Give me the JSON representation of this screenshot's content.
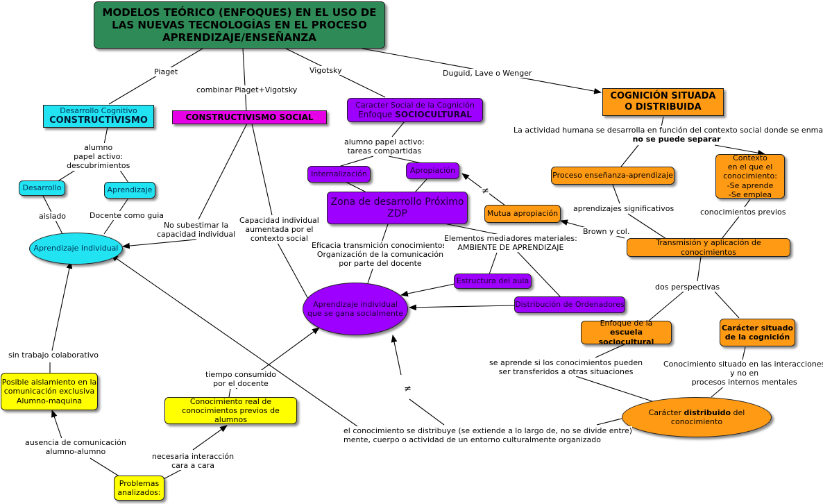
{
  "title": [
    "MODELOS TEÓRICO (ENFOQUES) EN EL USO DE",
    "LAS NUEVAS TECNOLOGÍAS EN EL PROCESO",
    "APRENDIZAJE/ENSEÑANZA"
  ],
  "colors": {
    "title": "#2e8b57",
    "cyan": "#22e3f2",
    "magenta": "#e600e6",
    "purple": "#9d00ff",
    "orange": "#ff9a14",
    "yellow": "#ffff00"
  },
  "nodes": {
    "constructivismo": {
      "small": "Desarrollo Cognitivo",
      "main": "CONSTRUCTIVISMO"
    },
    "constructivismo_social": "CONSTRUCTIVISMO SOCIAL",
    "sociocultural": {
      "small": "Caracter Social de la Cognición",
      "prefix": "Enfoque ",
      "bold": "SOCIOCULTURAL"
    },
    "cognicion_situada": [
      "COGNICIÓN SITUADA",
      "O DISTRIBUIDA"
    ],
    "desarrollo": "Desarrollo",
    "aprendizaje": "Aprendizaje",
    "aprendizaje_individual": "Aprendizaje Individual",
    "internalizacion": "Internalización",
    "apropiacion": "Apropiación",
    "zdp": [
      "Zona de desarrollo Próximo",
      "ZDP"
    ],
    "mutua_apropiacion": "Mutua apropiación",
    "proceso_ea": "Proceso enseñanza-aprendizaje",
    "contexto": [
      "Contexto",
      "en el que el conocimiento:",
      "-Se aprende",
      "-Se emplea"
    ],
    "transmision": "Transmisión y aplicación de conocimientos",
    "estructura_aula": "Estructura del aula",
    "distribucion_ordenadores": "Distribución de Ordenadores",
    "aprendizaje_social": [
      "Aprendizaje individual",
      "que se gana socialmente"
    ],
    "enfoque_escuela": {
      "line1": "Enfoque de la",
      "line2": "escuela sociocultural"
    },
    "caracter_situado": [
      "Carácter situado",
      "de la cognición"
    ],
    "caracter_distribuido": {
      "prefix": "Carácter ",
      "bold": "distribuido",
      "suffix": " del conocimiento"
    },
    "aislamiento": [
      "Posible aislamiento en la",
      "comunicación exclusiva",
      "Alumno-maquina"
    ],
    "conocimiento_real": [
      "Conocimiento real de",
      "conocimientos previos de alumnos"
    ],
    "problemas": [
      "Problemas",
      "analizados:"
    ]
  },
  "labels": {
    "piaget": "Piaget",
    "combinar": "combinar Piaget+Vigotsky",
    "vigotsky": "Vigotsky",
    "duguid": "Duguid, Lave o Wenger",
    "alumno_papel": [
      "alumno",
      "papel activo:",
      "descubrimientos"
    ],
    "aislado": "aislado",
    "docente_guia": "Docente como guia",
    "no_subestimar": [
      "No subestimar la",
      "capacidad individual"
    ],
    "capacidad_individual": [
      "Capacidad individual",
      "aumentada por el",
      "contexto social"
    ],
    "alumno_tareas": [
      "alumno papel activo:",
      "tareas compartidas"
    ],
    "eficacia": [
      "Eficacia transmición conocimientos:",
      "Organización de la comunicación",
      "por parte del docente"
    ],
    "elementos": [
      "Elementos mediadores materiales:",
      "AMBIENTE DE APRENDIZAJE"
    ],
    "actividad_humana": "La actividad humana se desarrolla en función del contexto social donde se enmarcan",
    "no_separar": "no se puede separar",
    "aprendizajes_significativos": "aprendizajes significativos",
    "conocimientos_previos": "conocimientos previos",
    "brown": "Brown y col.",
    "dos_perspectivas": "dos perspectivas",
    "se_aprende": [
      "se aprende si los conocimientos pueden",
      "ser transferidos a otras situaciones"
    ],
    "conocimiento_situado": [
      "Conocimiento situado en las interacciones",
      "y no en",
      "procesos internos mentales"
    ],
    "se_distribuye": [
      "el conocimiento se distribuye (se extiende a lo largo de, no se divide entre)",
      "mente, cuerpo o actividad de un entorno culturalmente organizado"
    ],
    "sin_trabajo": "sin trabajo colaborativo",
    "tiempo": [
      "tiempo consumido",
      "por el docente"
    ],
    "ausencia": [
      "ausencia de comunicación",
      "alumno-alumno"
    ],
    "necesaria": [
      "necesaria interacción",
      "cara a cara"
    ],
    "neq": "≠"
  }
}
